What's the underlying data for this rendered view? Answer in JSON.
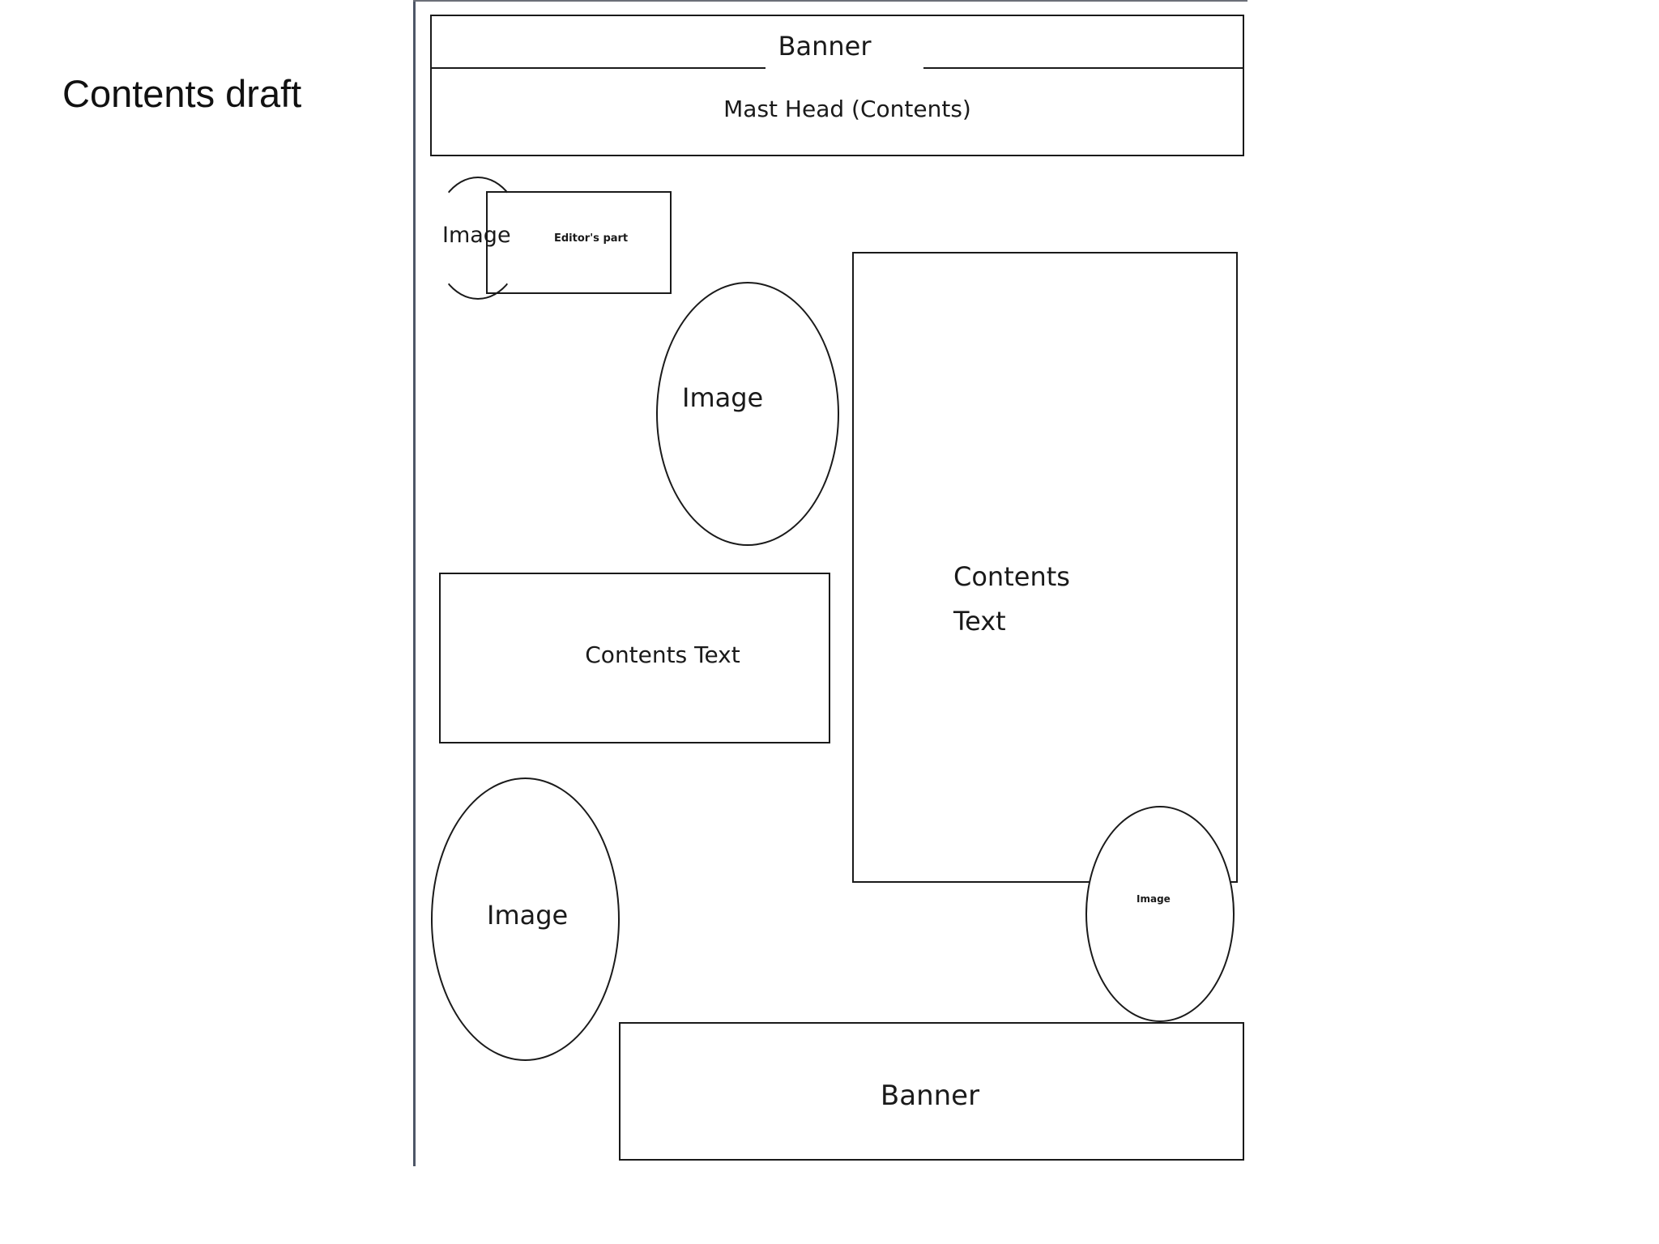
{
  "slide": {
    "title": "Contents draft"
  },
  "layout": {
    "top_banner": "Banner",
    "masthead": "Mast Head (Contents)",
    "editor_image": "Image",
    "editors_part": "Editor's part",
    "image_middle": "Image",
    "contents_text_small": "Contents Text",
    "contents_text_large_line1": "Contents",
    "contents_text_large_line2": "Text",
    "image_lower_left": "Image",
    "image_small": "Image",
    "bottom_banner": "Banner"
  }
}
